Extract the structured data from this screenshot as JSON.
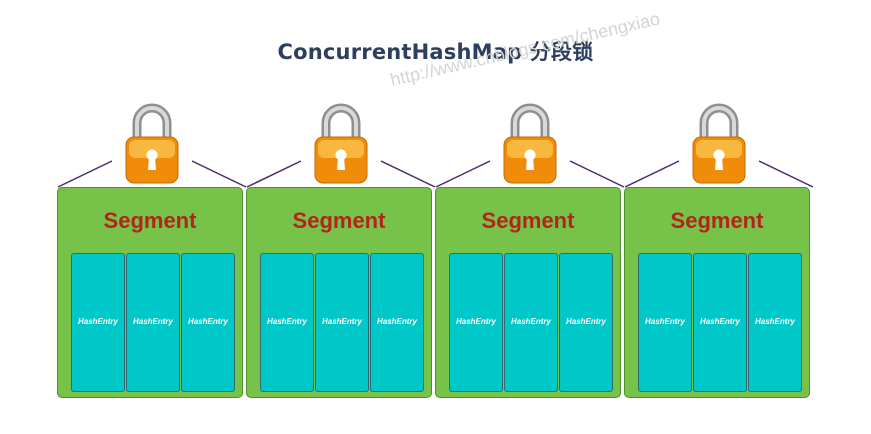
{
  "title": "ConcurrentHashMap 分段锁",
  "watermark": "http://www.cnblogs.com/chengxiao",
  "segments": [
    {
      "label": "Segment",
      "entries": [
        "HashEntry",
        "HashEntry",
        "HashEntry"
      ]
    },
    {
      "label": "Segment",
      "entries": [
        "HashEntry",
        "HashEntry",
        "HashEntry"
      ]
    },
    {
      "label": "Segment",
      "entries": [
        "HashEntry",
        "HashEntry",
        "HashEntry"
      ]
    },
    {
      "label": "Segment",
      "entries": [
        "HashEntry",
        "HashEntry",
        "HashEntry"
      ]
    }
  ],
  "colors": {
    "segment": "#77c248",
    "entry": "#00c8c8",
    "segment_label": "#b5241b",
    "lock_body": "#f39a12",
    "lock_shackle": "#9a9a9a",
    "connector": "#4b2a6b"
  },
  "icons": {
    "lock": "padlock-icon"
  }
}
